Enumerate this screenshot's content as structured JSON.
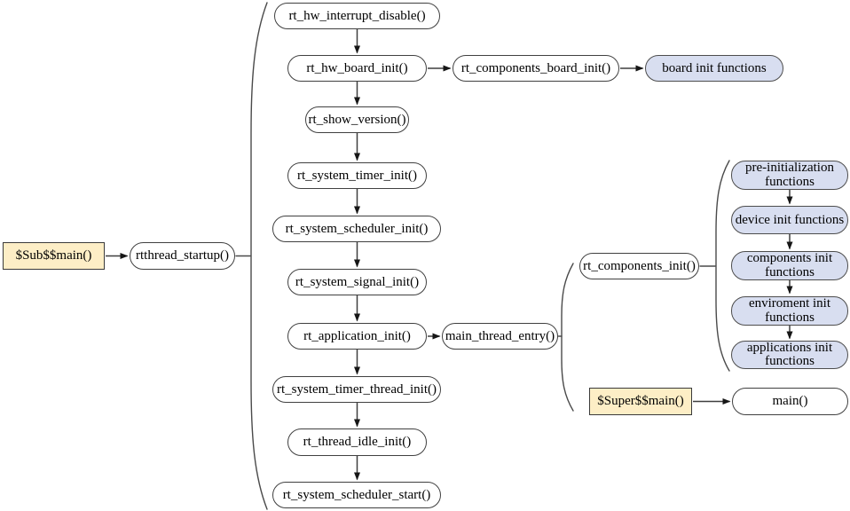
{
  "diagram": {
    "nodes": {
      "sub_main": "$Sub$$main()",
      "rtthread_startup": "rtthread_startup()",
      "rt_hw_interrupt_disable": "rt_hw_interrupt_disable()",
      "rt_hw_board_init": "rt_hw_board_init()",
      "rt_components_board_init": "rt_components_board_init()",
      "board_init_functions": "board init functions",
      "rt_show_version": "rt_show_version()",
      "rt_system_timer_init": "rt_system_timer_init()",
      "rt_system_scheduler_init": "rt_system_scheduler_init()",
      "rt_system_signal_init": "rt_system_signal_init()",
      "rt_application_init": "rt_application_init()",
      "main_thread_entry": "main_thread_entry()",
      "rt_system_timer_thread_init": "rt_system_timer_thread_init()",
      "rt_thread_idle_init": "rt_thread_idle_init()",
      "rt_system_scheduler_start": "rt_system_scheduler_start()",
      "rt_components_init": "rt_components_init()",
      "pre_initialization_functions": "pre-initialization functions",
      "device_init_functions": "device init functions",
      "components_init_functions": "components init functions",
      "enviroment_init_functions": "enviroment init functions",
      "applications_init_functions": "applications init functions",
      "super_main": "$Super$$main()",
      "main_fn": "main()"
    },
    "colors": {
      "node_fill": "#ffffff",
      "highlight_fill": "#fdeec6",
      "group_fill": "#d8def0",
      "border": "#404040",
      "arrow": "#3f3f3f",
      "arrowhead": "#161616"
    }
  }
}
